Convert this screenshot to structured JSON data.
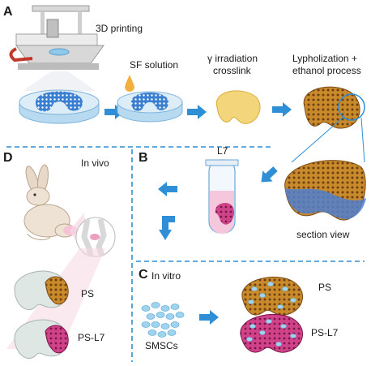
{
  "panels": {
    "a": "A",
    "b": "B",
    "c": "C",
    "d": "D"
  },
  "steps": {
    "printing": "3D printing",
    "sf_solution": "SF solution",
    "gamma_line1": "γ irradiation",
    "gamma_line2": "crosslink",
    "lyo_line1": "Lypholization +",
    "lyo_line2": "ethanol process",
    "section_view": "section view"
  },
  "panel_b": {
    "tube_label": "L7"
  },
  "panel_c": {
    "title": "In vitro",
    "cells": "SMSCs",
    "ps": "PS",
    "ps_l7": "PS-L7"
  },
  "panel_d": {
    "title": "In vivo",
    "ps": "PS",
    "ps_l7": "PS-L7"
  },
  "colors": {
    "arrow": "#2f8fd6",
    "dash": "#2f8fd6",
    "scaffold": "#c98a2b",
    "pink": "#c0317a",
    "dish": "#cde6f5",
    "cell": "#9fd3ee"
  }
}
